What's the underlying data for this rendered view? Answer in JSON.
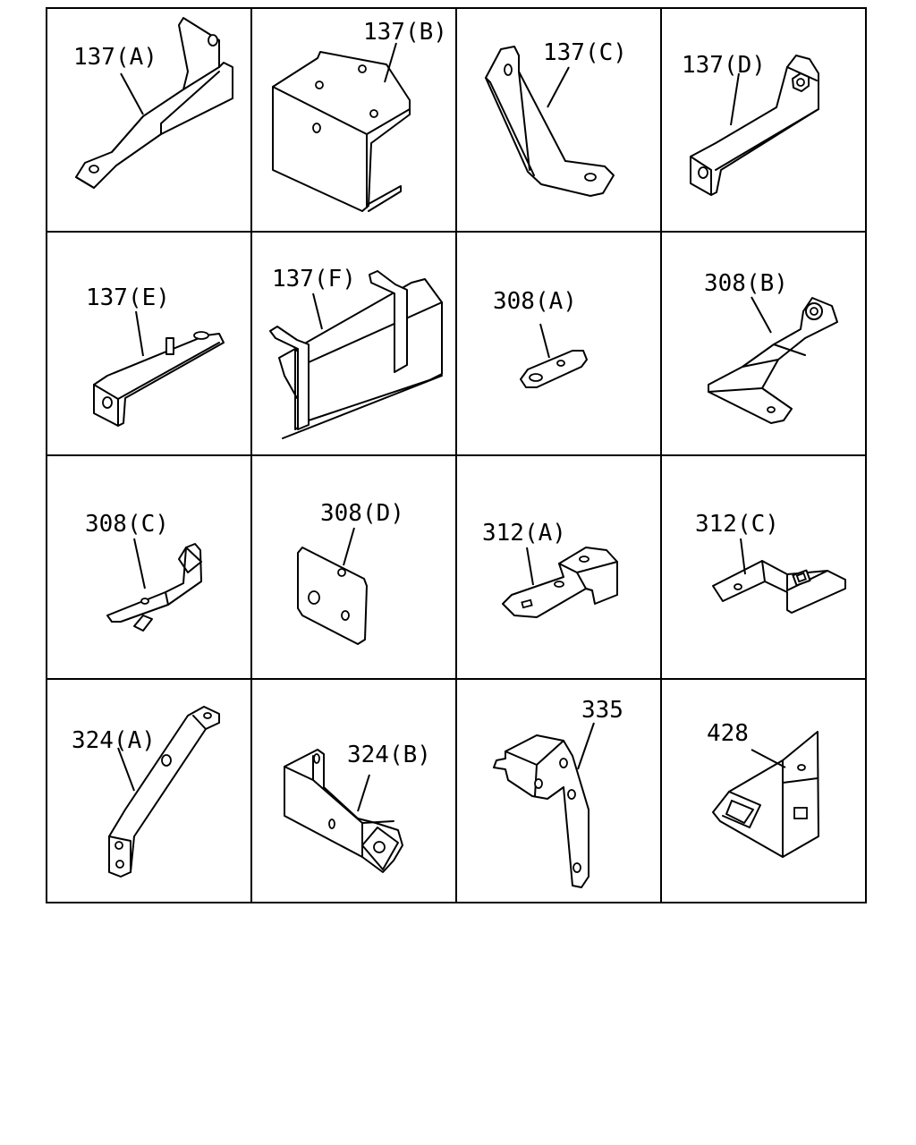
{
  "diagram": {
    "columns": 4,
    "rows": 4,
    "cells": [
      {
        "id": "137-a",
        "label": "137(A)"
      },
      {
        "id": "137-b",
        "label": "137(B)"
      },
      {
        "id": "137-c",
        "label": "137(C)"
      },
      {
        "id": "137-d",
        "label": "137(D)"
      },
      {
        "id": "137-e",
        "label": "137(E)"
      },
      {
        "id": "137-f",
        "label": "137(F)"
      },
      {
        "id": "308-a",
        "label": "308(A)"
      },
      {
        "id": "308-b",
        "label": "308(B)"
      },
      {
        "id": "308-c",
        "label": "308(C)"
      },
      {
        "id": "308-d",
        "label": "308(D)"
      },
      {
        "id": "312-a",
        "label": "312(A)"
      },
      {
        "id": "312-c",
        "label": "312(C)"
      },
      {
        "id": "324-a",
        "label": "324(A)"
      },
      {
        "id": "324-b",
        "label": "324(B)"
      },
      {
        "id": "335",
        "label": "335"
      },
      {
        "id": "428",
        "label": "428"
      }
    ]
  }
}
